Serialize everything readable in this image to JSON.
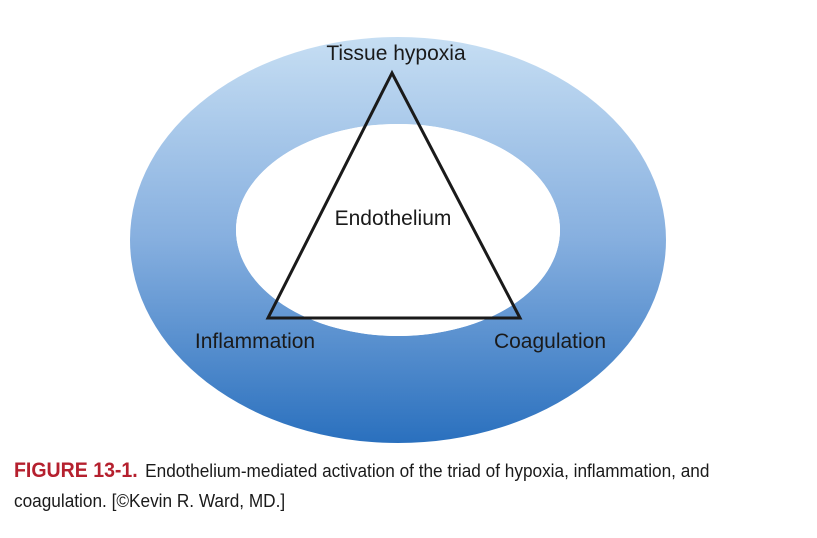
{
  "diagram": {
    "top_node": "Tissue hypoxia",
    "center_node": "Endothelium",
    "left_node": "Inflammation",
    "right_node": "Coagulation",
    "colors": {
      "ring_top": "#c3dcf2",
      "ring_bottom": "#2b72bf",
      "triangle_stroke": "#1a1a1a",
      "inner": "#ffffff"
    }
  },
  "caption": {
    "figure_label": "FIGURE 13-1.",
    "text": "Endothelium-mediated activation of the triad of hypoxia, inflammation, and coagulation. [©Kevin R. Ward, MD.]",
    "label_color": "#b5202e"
  }
}
